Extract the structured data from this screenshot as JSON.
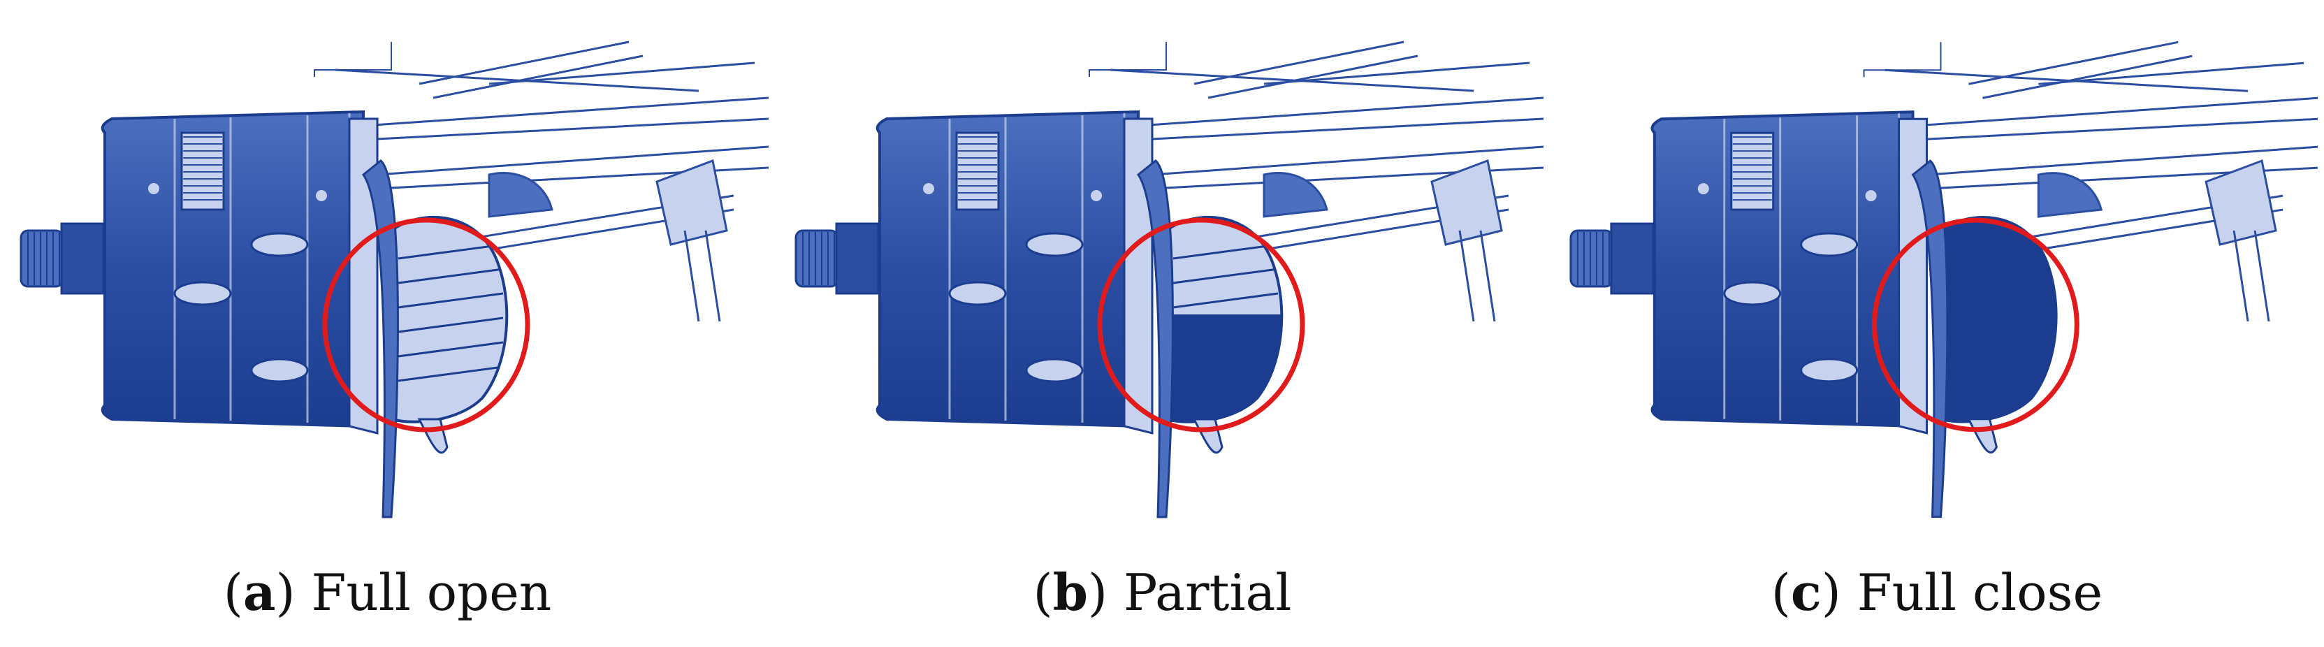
{
  "panels": [
    {
      "letter": "a",
      "title": "Full open",
      "state": "open",
      "covered_fraction": 0.0
    },
    {
      "letter": "b",
      "title": "Partial",
      "state": "partial",
      "covered_fraction": 0.5
    },
    {
      "letter": "c",
      "title": "Full close",
      "state": "closed",
      "covered_fraction": 1.0
    }
  ],
  "colors": {
    "blue": "#2b4ea3",
    "blue_dark": "#1c3d8f",
    "blue_mid": "#4d6fbf",
    "blue_light": "#c7d3ee",
    "highlight_ring": "#e11b1b"
  },
  "icons": [
    "brake-drum-icon",
    "brake-duct-icon",
    "suspension-arm-icon"
  ]
}
